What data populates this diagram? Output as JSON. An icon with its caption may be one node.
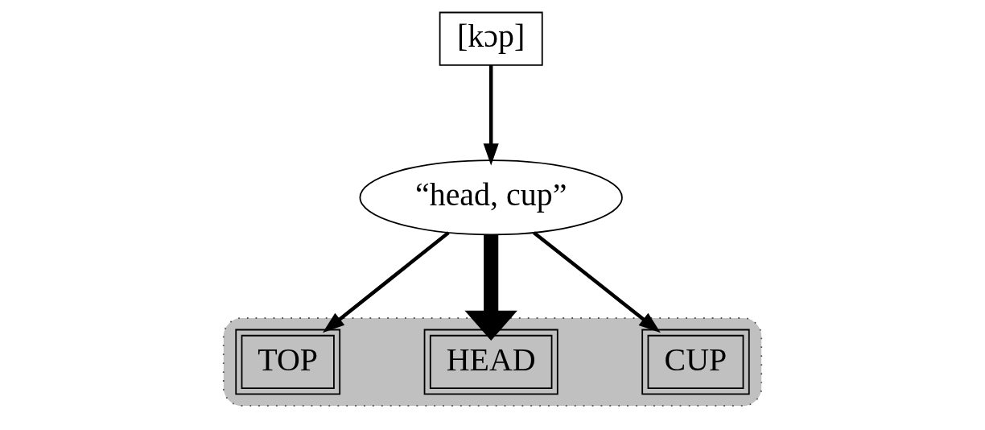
{
  "diagram": {
    "nodes": [
      {
        "text": [
          "“head, cup”"
        ]
      },
      {
        "text": [],
        "shape": "ellipse"
      },
      {
        "text": [
          "CUP"
        ],
        "in": 1
      },
      {
        "text": [
          "HEAD"
        ],
        "in": 1
      },
      {
        "text": [
          "TOP"
        ],
        "in": 1
      },
      {
        "text": [
          "[kɔp]"
        ]
      }
    ],
    "edges": [
      {
        "from": 5,
        "to": 0,
        "arrow": "to"
      },
      {
        "from": 0,
        "to": 4,
        "arrow": "to"
      },
      {
        "from": 0,
        "to": 3,
        "arrow": "to",
        "style": "thick"
      },
      {
        "from": 0,
        "to": 2,
        "arrow": "to"
      }
    ]
  }
}
